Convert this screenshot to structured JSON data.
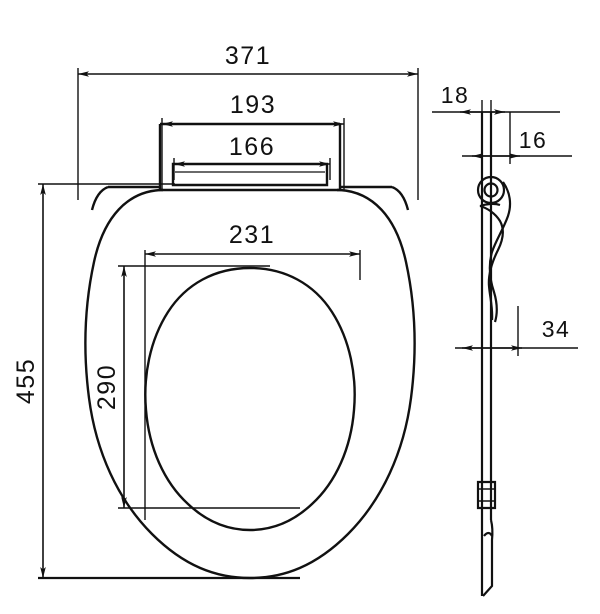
{
  "drawing": {
    "type": "engineering-dimension-drawing",
    "subject": "toilet seat and lid",
    "units": "mm",
    "views": [
      {
        "id": "top-view",
        "name": "top view"
      },
      {
        "id": "side-view",
        "name": "side profile view"
      }
    ],
    "line_color": "#111111",
    "background_color": "#ffffff"
  },
  "dimensions": {
    "overall_width": "371",
    "hinge_plate_width": "193",
    "hinge_bar_width": "166",
    "opening_width": "231",
    "overall_length": "455",
    "opening_length": "290",
    "side_thickness_outer": "18",
    "side_thickness_inner": "16",
    "side_offset": "34"
  },
  "labels": {
    "d371": "371",
    "d193": "193",
    "d166": "166",
    "d231": "231",
    "d455": "455",
    "d290": "290",
    "d18": "18",
    "d16": "16",
    "d34": "34"
  }
}
